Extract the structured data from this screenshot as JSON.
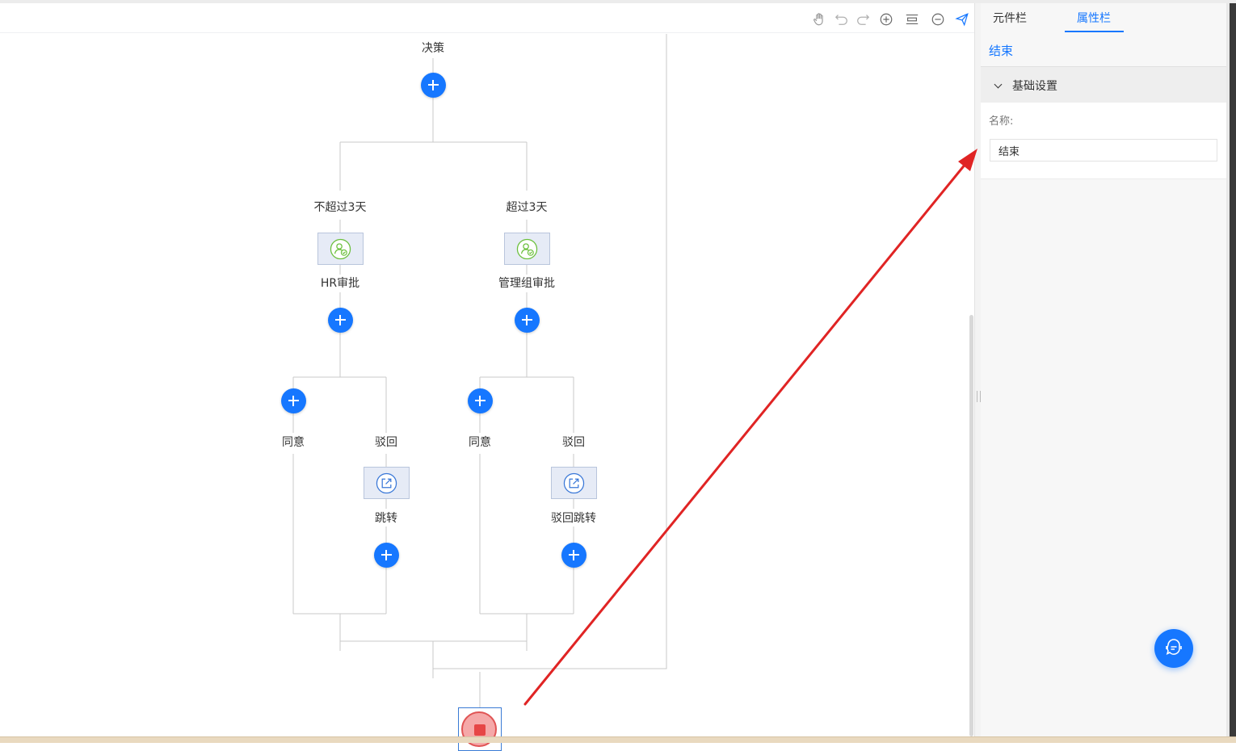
{
  "toolbar": {
    "tools": [
      "hand-icon",
      "undo-icon",
      "redo-icon",
      "zoom-in-icon",
      "fit-icon",
      "zoom-out-icon",
      "send-icon"
    ]
  },
  "flow": {
    "decision_label": "决策",
    "branch_left_label": "不超过3天",
    "branch_right_label": "超过3天",
    "approval_left_label": "HR审批",
    "approval_right_label": "管理组审批",
    "agree_label": "同意",
    "reject_label": "驳回",
    "jump_left_label": "跳转",
    "jump_right_label": "驳回跳转"
  },
  "panel": {
    "tabs": [
      "元件栏",
      "属性栏"
    ],
    "active_tab": "属性栏",
    "selected_node": "结束",
    "section_title": "基础设置",
    "name_label": "名称:",
    "name_value": "结束"
  },
  "colors": {
    "accent": "#1677ff",
    "node_fill": "#e6ebf6",
    "annotation_arrow": "#e02424",
    "end_node": "#e64545"
  }
}
